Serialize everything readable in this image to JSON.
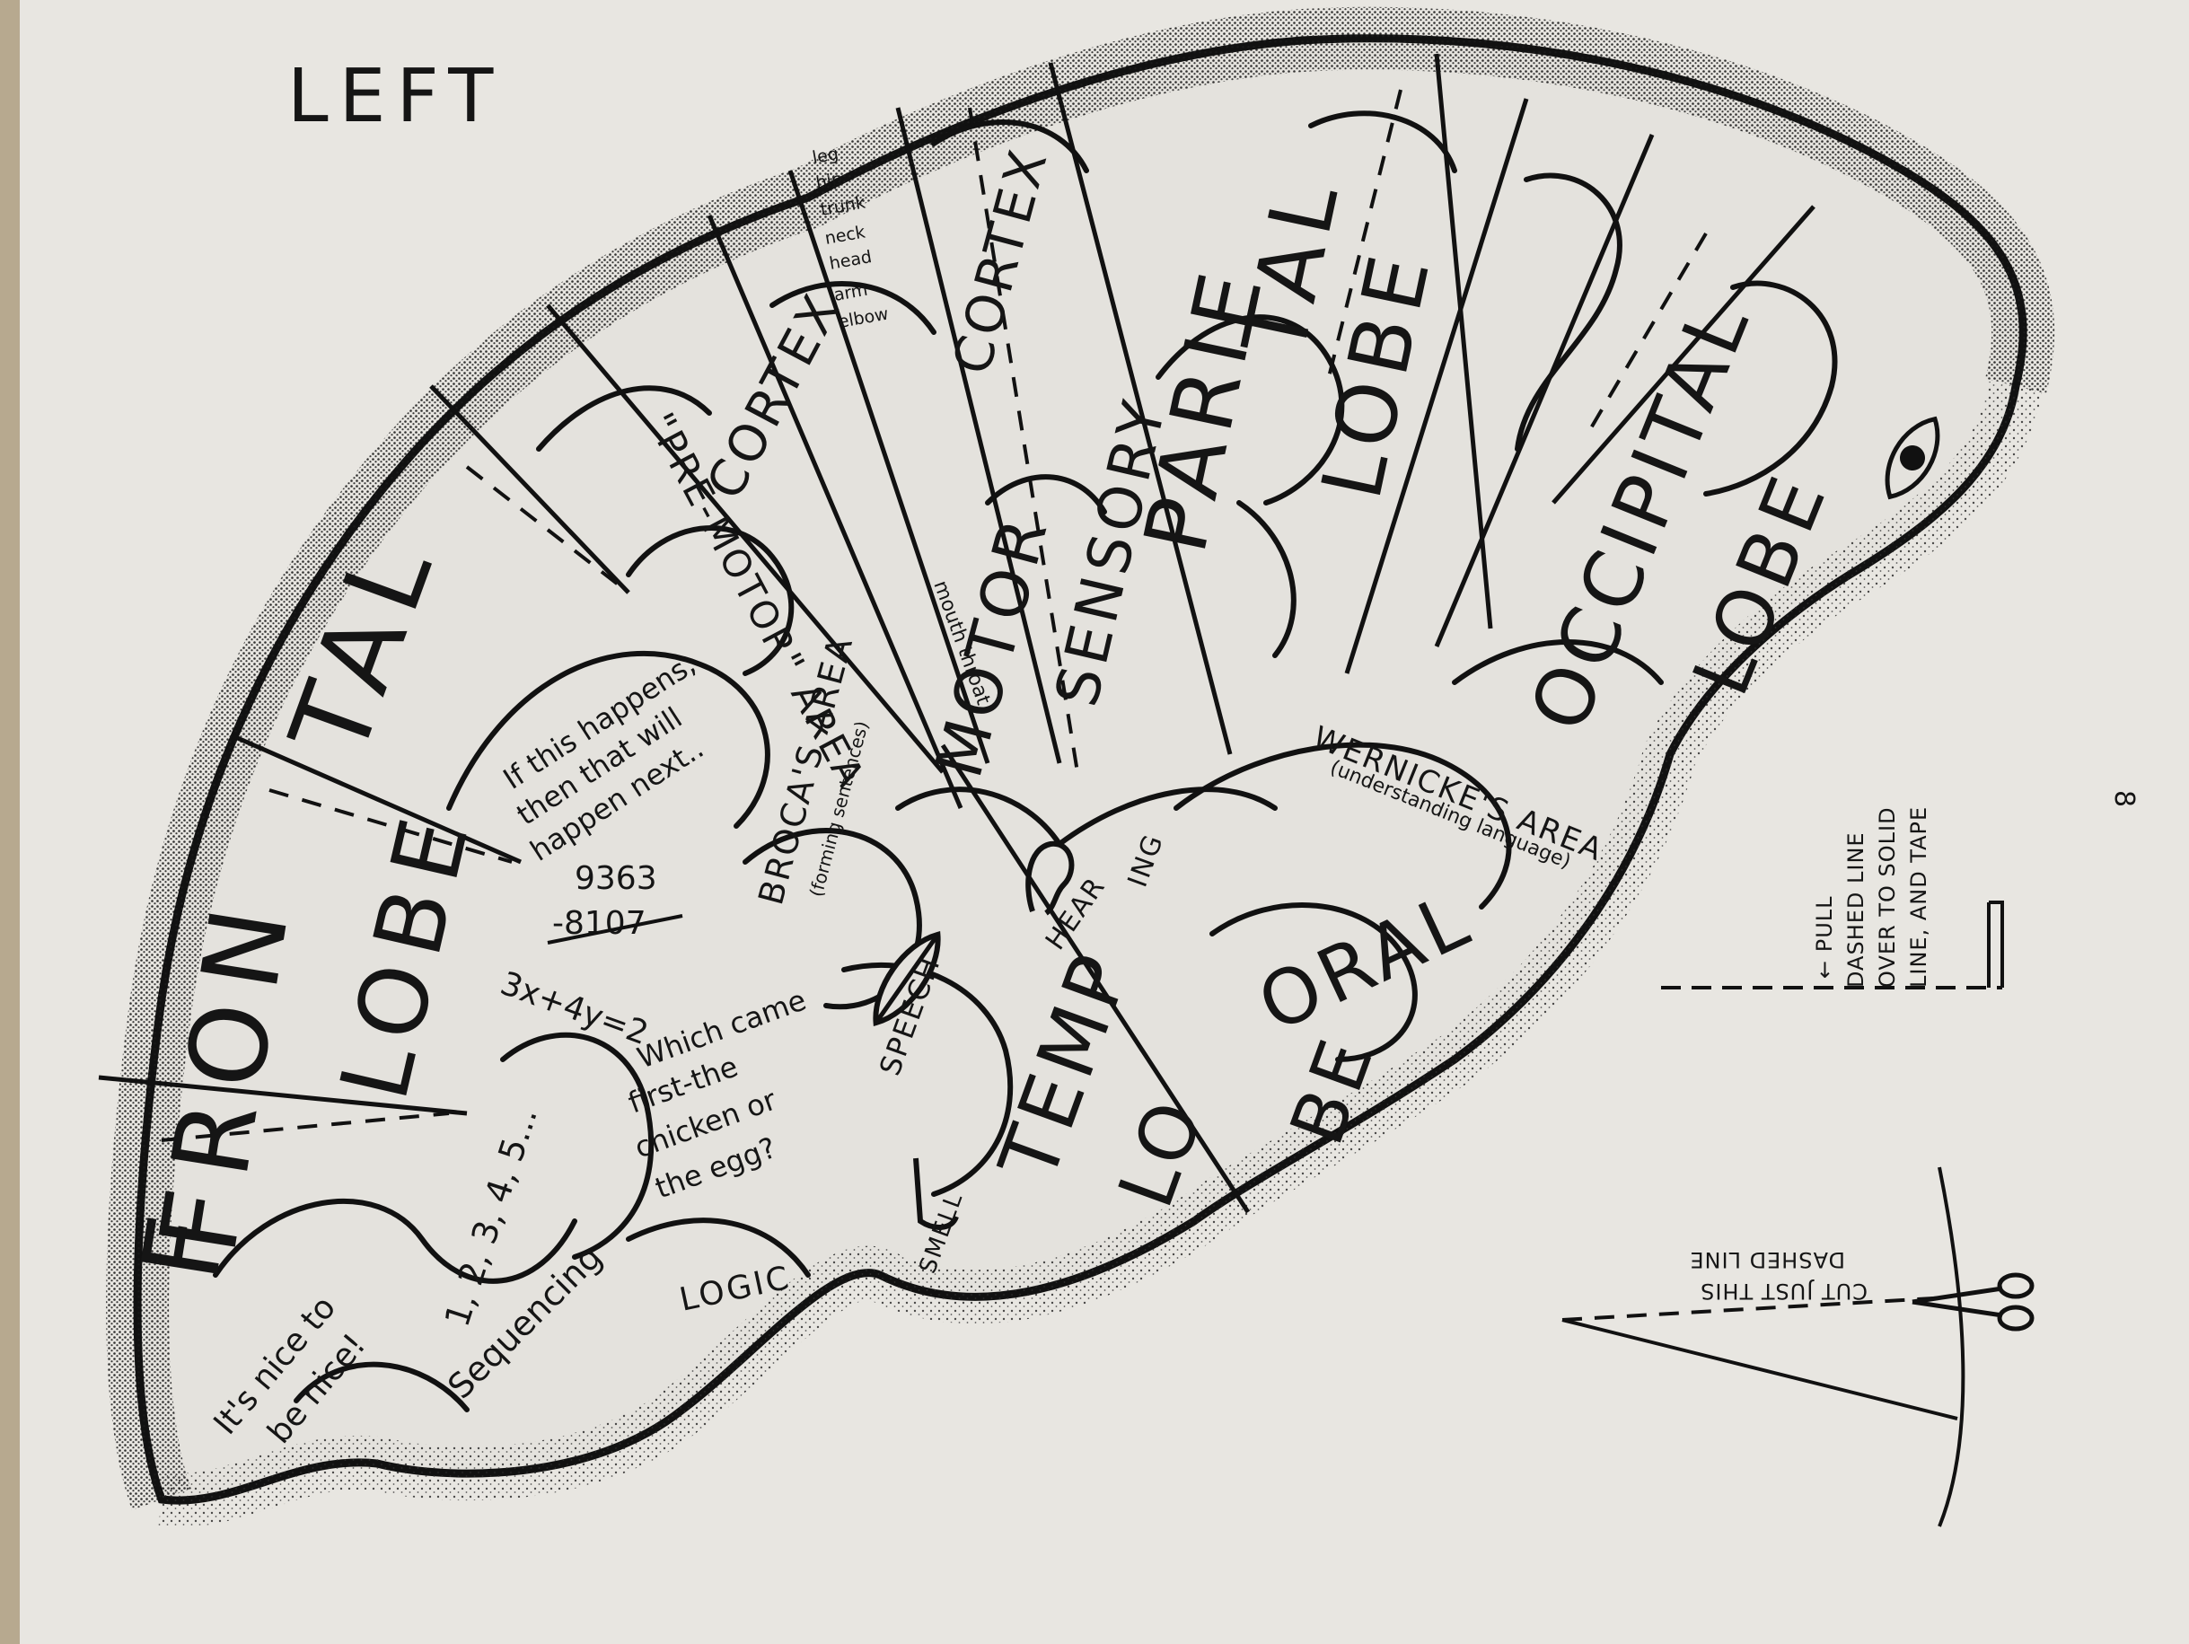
{
  "page": {
    "side_label": "LEFT",
    "page_number": "8"
  },
  "lobes": {
    "frontal_a": "FRON",
    "frontal_b": "TAL",
    "frontal_c": "LOBE",
    "parietal_a": "PARIE",
    "parietal_b": "TAL",
    "parietal_c": "LOBE",
    "occipital_a": "OCCIPITAL",
    "occipital_b": "LOBE",
    "temporal_a": "TEMP",
    "temporal_b": "ORAL",
    "temporal_c": "LO",
    "temporal_d": "BE"
  },
  "strips": {
    "premotor": "\"PRE-MOTOR\" AREA",
    "motor_a": "MOTOR",
    "motor_b": "CORTEX",
    "sensory_a": "SENSORY",
    "sensory_b": "CORTEX",
    "body_parts": [
      "leg",
      "hip",
      "trunk",
      "neck",
      "head",
      "arm",
      "elbow"
    ],
    "mouth_throat": "mouth throat"
  },
  "areas": {
    "broca_title": "BROCA'S AREA",
    "broca_sub": "(forming sentences)",
    "wernicke_title": "WERNICKE'S AREA",
    "wernicke_sub": "(understanding language)",
    "speech": "SPEECH",
    "hearing": "HEAR",
    "hearing_b": "ING",
    "smell": "SMELL",
    "logic": "LOGIC"
  },
  "notes": {
    "if_then": [
      "If this happens,",
      "then that will",
      "happen next.."
    ],
    "math_top": "9363",
    "math_bottom": "-8107",
    "equation": "3x+4y=2",
    "chicken": [
      "Which came",
      "first-the",
      "chicken or",
      "the egg?"
    ],
    "sequencing_a": "1, 2, 3, 4, 5...",
    "sequencing_b": "Sequencing",
    "nice_a": "It's nice to",
    "nice_b": "be nice!"
  },
  "instructions": {
    "pull": [
      "← PULL",
      "DASHED LINE",
      "OVER TO SOLID",
      "LINE, AND TAPE"
    ],
    "cut": [
      "CUT JUST THIS",
      "DASHED LINE"
    ]
  },
  "colors": {
    "ink": "#151515",
    "paper": "#e8e6e1",
    "brain_fill": "#e4e2dd"
  }
}
